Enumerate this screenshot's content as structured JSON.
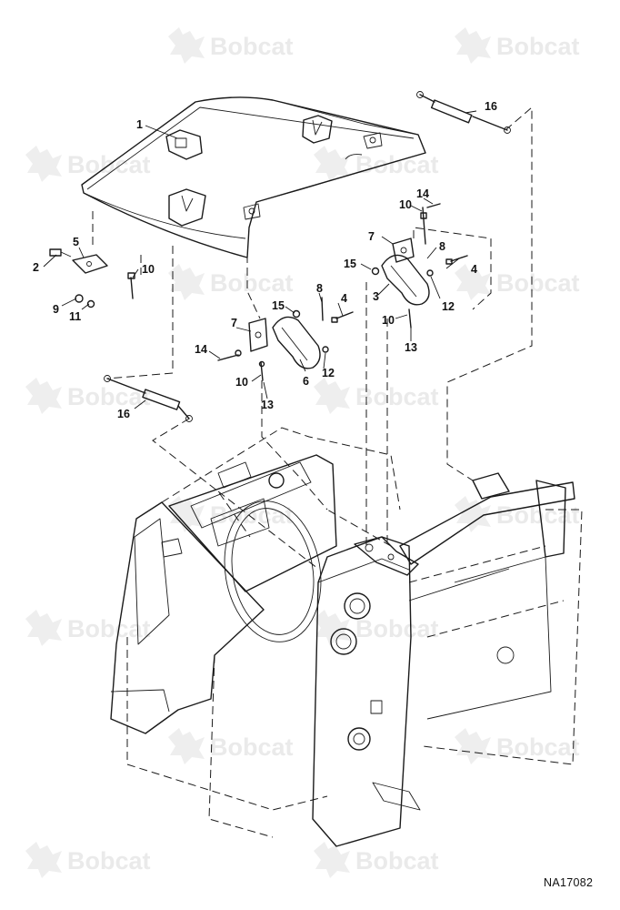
{
  "watermark": {
    "brand": "Bobcat"
  },
  "drawing_number": "NA17082",
  "colors": {
    "ink": "#1a1a1a",
    "watermark": "#eaeaea",
    "background": "#ffffff"
  },
  "callouts": [
    {
      "id": "c1",
      "label": "1"
    },
    {
      "id": "c2",
      "label": "2"
    },
    {
      "id": "c3",
      "label": "3"
    },
    {
      "id": "c4a",
      "label": "4"
    },
    {
      "id": "c4b",
      "label": "4"
    },
    {
      "id": "c5",
      "label": "5"
    },
    {
      "id": "c6",
      "label": "6"
    },
    {
      "id": "c7a",
      "label": "7"
    },
    {
      "id": "c7b",
      "label": "7"
    },
    {
      "id": "c8a",
      "label": "8"
    },
    {
      "id": "c8b",
      "label": "8"
    },
    {
      "id": "c9",
      "label": "9"
    },
    {
      "id": "c10a",
      "label": "10"
    },
    {
      "id": "c10b",
      "label": "10"
    },
    {
      "id": "c10c",
      "label": "10"
    },
    {
      "id": "c10d",
      "label": "10"
    },
    {
      "id": "c11",
      "label": "11"
    },
    {
      "id": "c12a",
      "label": "12"
    },
    {
      "id": "c12b",
      "label": "12"
    },
    {
      "id": "c13a",
      "label": "13"
    },
    {
      "id": "c13b",
      "label": "13"
    },
    {
      "id": "c14a",
      "label": "14"
    },
    {
      "id": "c14b",
      "label": "14"
    },
    {
      "id": "c15a",
      "label": "15"
    },
    {
      "id": "c15b",
      "label": "15"
    },
    {
      "id": "c16a",
      "label": "16"
    },
    {
      "id": "c16b",
      "label": "16"
    }
  ]
}
